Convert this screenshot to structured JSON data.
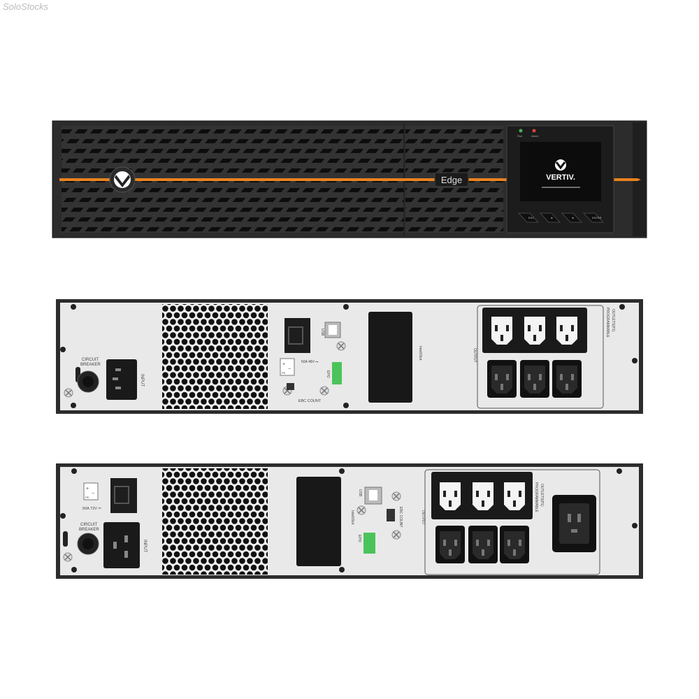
{
  "watermark": "SoloStocks",
  "front": {
    "model_label": "Edge",
    "brand": "VERTIV.",
    "leds": [
      "Run",
      "Alarm"
    ],
    "buttons": [
      "ESC",
      "◄",
      "►",
      "ENTER"
    ]
  },
  "rear1": {
    "circuit_breaker": [
      "CIRCUIT",
      "BREAKER"
    ],
    "input": "INPUT",
    "battery_rating": "50A 48V ⎓",
    "pe_plus": "+",
    "pe_minus": "−",
    "pe": "PE",
    "usb": "USB",
    "epo": "EPO",
    "ebc": "EBC COUNT",
    "intellislot": "IntelliSlot",
    "output": "OUTPUT",
    "programmable": [
      "PROGRAMMABLE",
      "OUTLETS(P1)"
    ]
  },
  "rear2": {
    "circuit_breaker": [
      "CIRCUIT",
      "BREAKER"
    ],
    "input": "INPUT",
    "battery_rating": "50A 72V ⎓",
    "pe_plus": "+",
    "pe_minus": "−",
    "pe": "PE",
    "usb": "USB",
    "epo": "EPO",
    "ebc": "EBC COUNT",
    "intellislot": "IntelliSlot",
    "output": "OUTPUT",
    "programmable": [
      "PROGRAMMABLE",
      "OUTLETS(P1)"
    ]
  },
  "colors": {
    "accent": "#e8821e",
    "chassis": "#2c2c2c",
    "rear_panel": "#e9e9e9",
    "epo": "#4cc35a"
  }
}
